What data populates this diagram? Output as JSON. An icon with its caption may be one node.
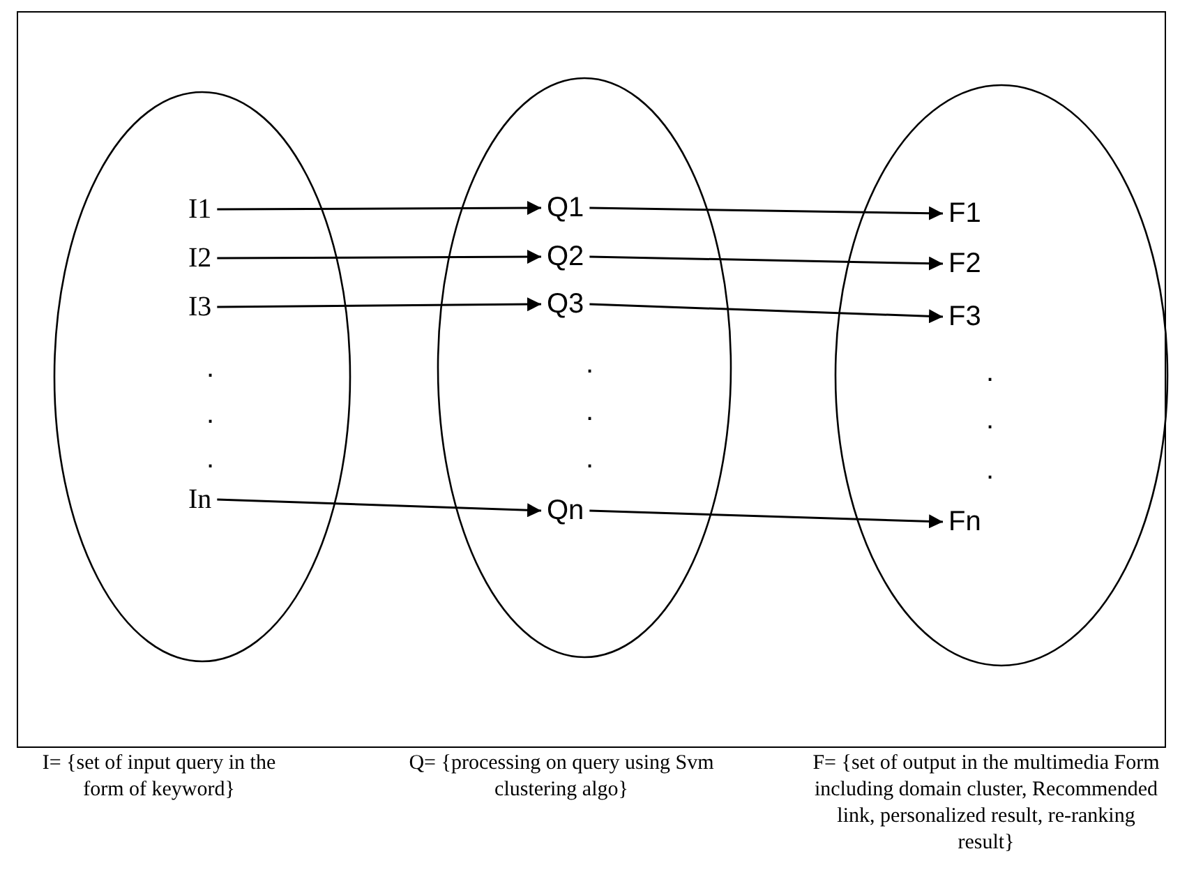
{
  "diagram": {
    "nodes": [
      {
        "text": [],
        "shape": "ellipse"
      },
      {
        "text": [
          "I1"
        ],
        "in": 0
      },
      {
        "text": [
          "I2"
        ],
        "in": 0
      },
      {
        "text": [
          "I3"
        ],
        "in": 0
      },
      {
        "text": [
          "In"
        ],
        "in": 0
      },
      {
        "text": [],
        "shape": "ellipse"
      },
      {
        "text": [
          "Q1"
        ],
        "in": 5
      },
      {
        "text": [
          "Q2"
        ],
        "in": 5
      },
      {
        "text": [
          "Q3"
        ],
        "in": 5
      },
      {
        "text": [
          "Qn"
        ],
        "in": 5
      },
      {
        "text": [],
        "shape": "ellipse"
      },
      {
        "text": [
          "F1"
        ],
        "in": 10
      },
      {
        "text": [
          "F2"
        ],
        "in": 10
      },
      {
        "text": [
          "F3"
        ],
        "in": 10
      },
      {
        "text": [
          "Fn"
        ],
        "in": 10
      }
    ],
    "edges": [
      {
        "from": 1,
        "to": 6,
        "arrow": "to"
      },
      {
        "from": 2,
        "to": 7,
        "arrow": "to"
      },
      {
        "from": 3,
        "to": 8,
        "arrow": "to"
      },
      {
        "from": 4,
        "to": 9,
        "arrow": "to"
      },
      {
        "from": 6,
        "to": 11,
        "arrow": "to"
      },
      {
        "from": 7,
        "to": 12,
        "arrow": "to"
      },
      {
        "from": 8,
        "to": 13,
        "arrow": "to"
      },
      {
        "from": 9,
        "to": 14,
        "arrow": "to"
      }
    ],
    "labels": [
      ".",
      ".",
      ".",
      ".",
      ".",
      ".",
      ".",
      ".",
      ".",
      "I= {set of input query in the form of keyword}",
      "Q= {processing on query using Svm clustering algo}",
      "F= {set of output in the multimedia Form including domain cluster, Recommended link, personalized result, re-ranking result}"
    ]
  }
}
